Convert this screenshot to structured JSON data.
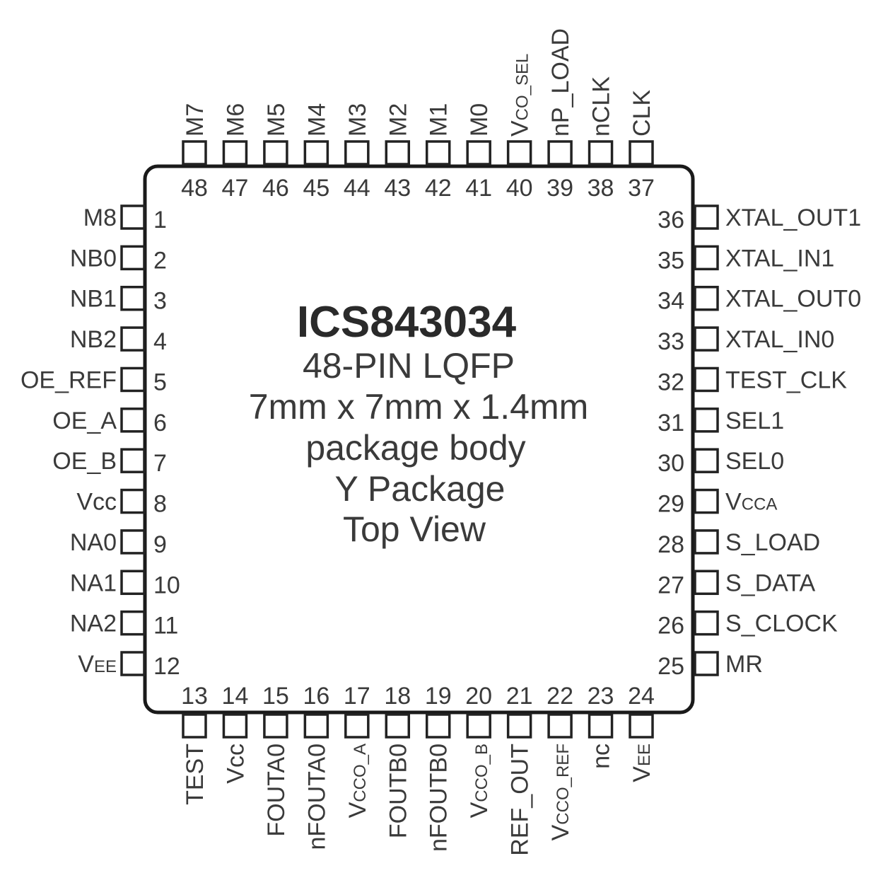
{
  "chip": {
    "title": "ICS843034",
    "lines": [
      "48-PIN LQFP",
      "7mm x 7mm x 1.4mm",
      "package body",
      "Y Package",
      "Top View"
    ]
  },
  "pins": {
    "left": [
      {
        "num": "1",
        "label": "M8"
      },
      {
        "num": "2",
        "label": "NB0"
      },
      {
        "num": "3",
        "label": "NB1"
      },
      {
        "num": "4",
        "label": "NB2"
      },
      {
        "num": "5",
        "label": "OE_REF"
      },
      {
        "num": "6",
        "label": "OE_A"
      },
      {
        "num": "7",
        "label": "OE_B"
      },
      {
        "num": "8",
        "label": "Vcc"
      },
      {
        "num": "9",
        "label": "NA0"
      },
      {
        "num": "10",
        "label": "NA1"
      },
      {
        "num": "11",
        "label": "NA2"
      },
      {
        "num": "12",
        "label": "VEE"
      }
    ],
    "bottom": [
      {
        "num": "13",
        "label": "TEST"
      },
      {
        "num": "14",
        "label": "Vcc"
      },
      {
        "num": "15",
        "label": "FOUTA0"
      },
      {
        "num": "16",
        "label": "nFOUTA0"
      },
      {
        "num": "17",
        "label": "VCCO_A"
      },
      {
        "num": "18",
        "label": "FOUTB0"
      },
      {
        "num": "19",
        "label": "nFOUTB0"
      },
      {
        "num": "20",
        "label": "VCCO_B"
      },
      {
        "num": "21",
        "label": "REF_OUT"
      },
      {
        "num": "22",
        "label": "VCCO_REF"
      },
      {
        "num": "23",
        "label": "nc"
      },
      {
        "num": "24",
        "label": "VEE"
      }
    ],
    "right": [
      {
        "num": "36",
        "label": "XTAL_OUT1"
      },
      {
        "num": "35",
        "label": "XTAL_IN1"
      },
      {
        "num": "34",
        "label": "XTAL_OUT0"
      },
      {
        "num": "33",
        "label": "XTAL_IN0"
      },
      {
        "num": "32",
        "label": "TEST_CLK"
      },
      {
        "num": "31",
        "label": "SEL1"
      },
      {
        "num": "30",
        "label": "SEL0"
      },
      {
        "num": "29",
        "label": "VCCA"
      },
      {
        "num": "28",
        "label": "S_LOAD"
      },
      {
        "num": "27",
        "label": "S_DATA"
      },
      {
        "num": "26",
        "label": "S_CLOCK"
      },
      {
        "num": "25",
        "label": "MR"
      }
    ],
    "top": [
      {
        "num": "48",
        "label": "M7"
      },
      {
        "num": "47",
        "label": "M6"
      },
      {
        "num": "46",
        "label": "M5"
      },
      {
        "num": "45",
        "label": "M4"
      },
      {
        "num": "44",
        "label": "M3"
      },
      {
        "num": "43",
        "label": "M2"
      },
      {
        "num": "42",
        "label": "M1"
      },
      {
        "num": "41",
        "label": "M0"
      },
      {
        "num": "40",
        "label": "VCO_SEL"
      },
      {
        "num": "39",
        "label": "nP_LOAD"
      },
      {
        "num": "38",
        "label": "nCLK"
      },
      {
        "num": "37",
        "label": "CLK"
      }
    ]
  }
}
